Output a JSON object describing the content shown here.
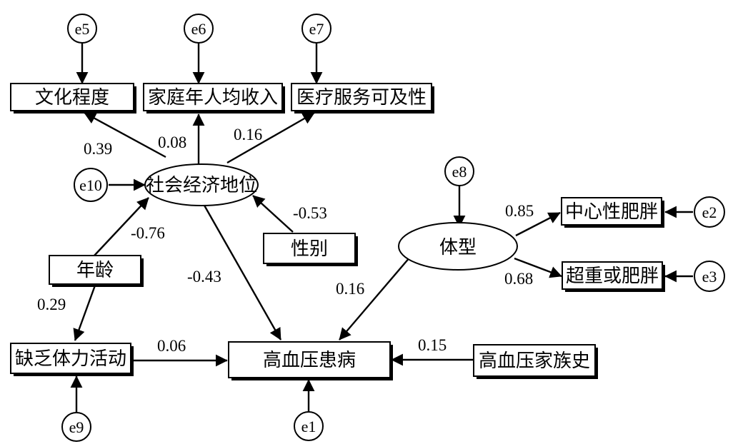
{
  "observed": {
    "education": "文化程度",
    "income": "家庭年人均收入",
    "access": "医疗服务可及性",
    "central_obesity": "中心性肥胖",
    "overweight": "超重或肥胖",
    "gender": "性别",
    "age": "年龄",
    "inactivity": "缺乏体力活动",
    "hypertension": "高血压患病",
    "family_history": "高血压家族史"
  },
  "latent": {
    "ses": "社会经济地位",
    "body_type": "体型"
  },
  "errors": {
    "e1": "e1",
    "e2": "e2",
    "e3": "e3",
    "e5": "e5",
    "e6": "e6",
    "e7": "e7",
    "e8": "e8",
    "e9": "e9",
    "e10": "e10"
  },
  "coefficients": {
    "ses_education": "0.39",
    "ses_income": "0.08",
    "ses_access": "0.16",
    "gender_ses": "-0.53",
    "age_ses": "-0.76",
    "ses_hypertension": "-0.43",
    "age_inactivity": "0.29",
    "inactivity_hypertension": "0.06",
    "family_history_hypertension": "0.15",
    "body_type_hypertension": "0.16",
    "body_type_central_obesity": "0.85",
    "body_type_overweight": "0.68"
  }
}
